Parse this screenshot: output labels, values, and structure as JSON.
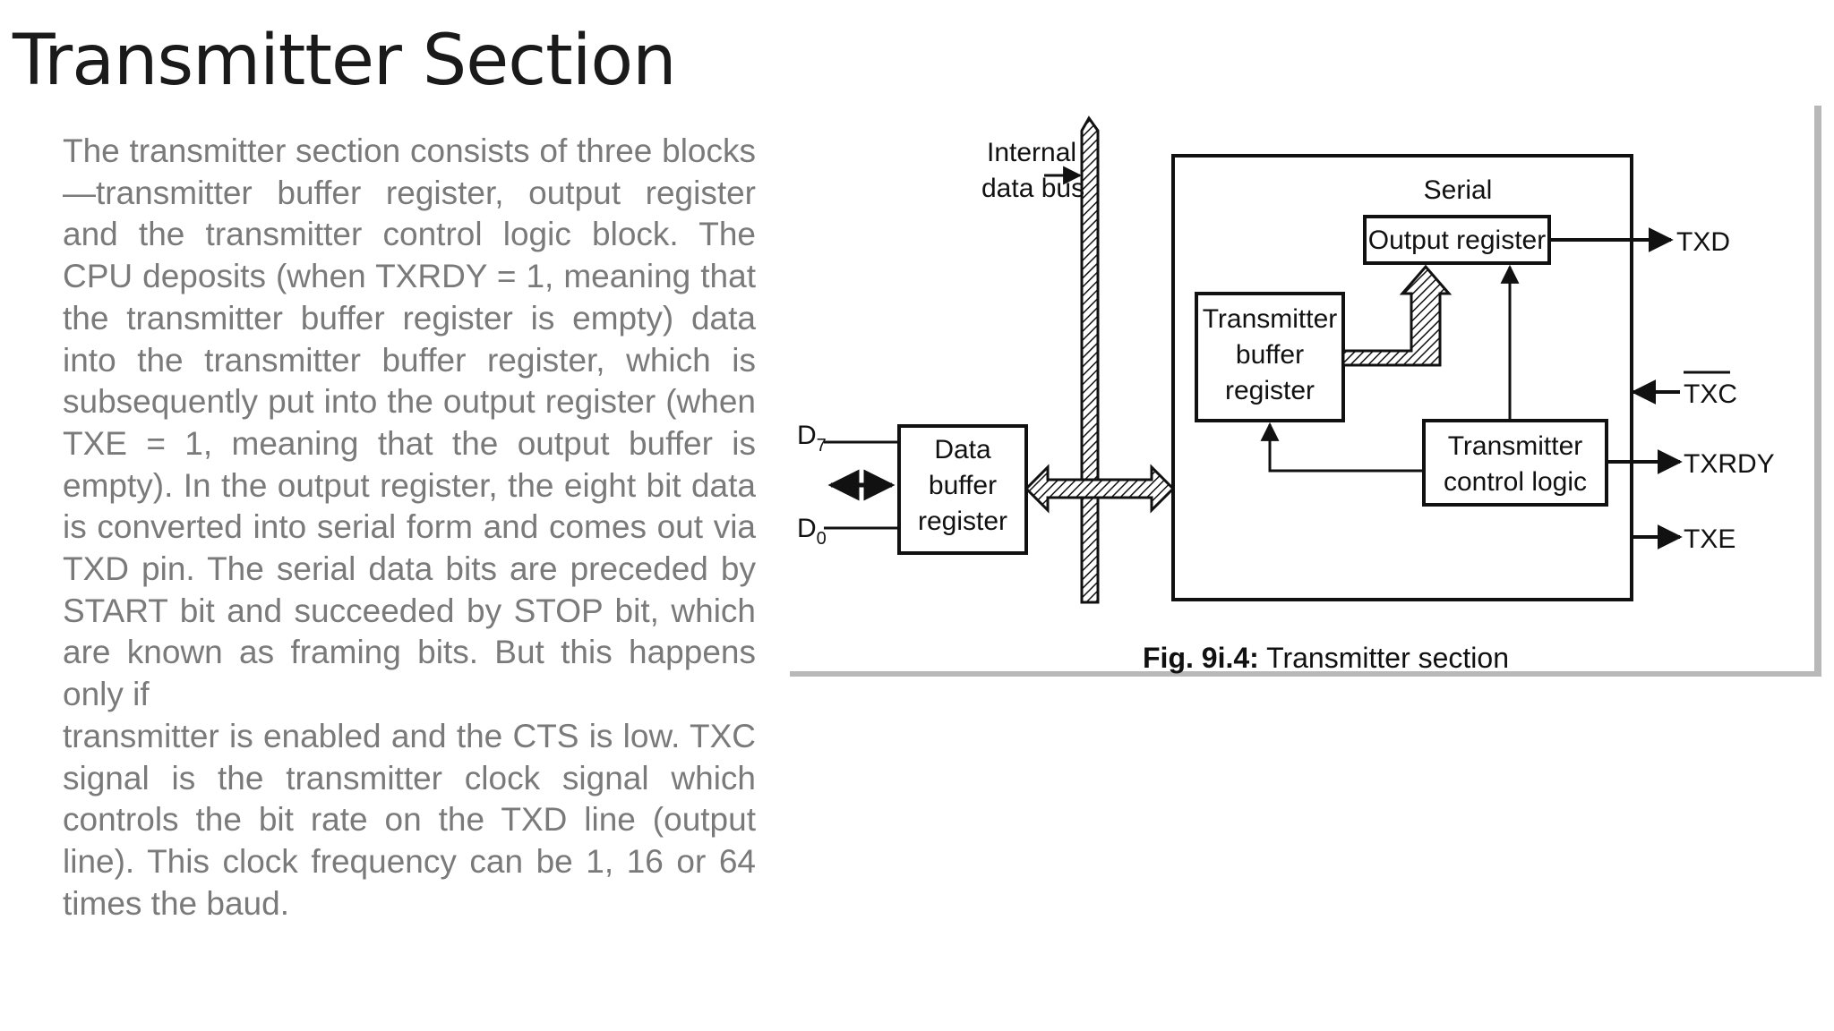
{
  "slide": {
    "title": "Transmitter Section",
    "paragraph_1": "The transmitter section consists of three blocks—transmitter buffer register, output register and the transmitter control logic block. The CPU deposits (when TXRDY = 1, meaning that the transmitter buffer register is empty) data into the transmitter buffer register, which is subsequently put into the output register (when TXE = 1, meaning that the output buffer is empty). In the output register, the eight bit data is converted into serial form and comes out via TXD pin. The serial data bits are preceded by START bit and succeeded by STOP bit, which are known as framing bits. But this happens only if",
    "paragraph_2": "transmitter is enabled and the CTS is low. TXC signal is the transmitter clock signal which controls the bit rate on the TXD line (output line). This clock frequency can be 1, 16 or 64 times the baud."
  },
  "figure": {
    "internal_bus_line1": "Internal",
    "internal_bus_line2": "data bus",
    "serial_label": "Serial",
    "output_register": "Output register",
    "tx_buffer_line1": "Transmitter",
    "tx_buffer_line2": "buffer",
    "tx_buffer_line3": "register",
    "data_buffer_line1": "Data",
    "data_buffer_line2": "buffer",
    "data_buffer_line3": "register",
    "control_line1": "Transmitter",
    "control_line2": "control logic",
    "d7_main": "D",
    "d7_sub": "7",
    "d0_main": "D",
    "d0_sub": "0",
    "txd": "TXD",
    "txc": "TXC",
    "txrdy": "TXRDY",
    "txe": "TXE",
    "caption_prefix": "Fig. 9i.4:",
    "caption_text": " Transmitter section"
  }
}
